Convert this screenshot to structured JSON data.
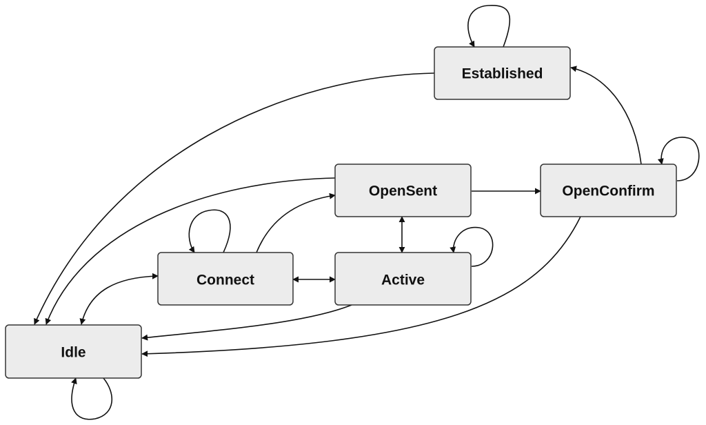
{
  "states": {
    "established": "Established",
    "opensent": "OpenSent",
    "openconfirm": "OpenConfirm",
    "connect": "Connect",
    "active": "Active",
    "idle": "Idle"
  },
  "transitions": [
    {
      "from": "Established",
      "to": "Established"
    },
    {
      "from": "Established",
      "to": "Idle"
    },
    {
      "from": "OpenConfirm",
      "to": "Established"
    },
    {
      "from": "OpenConfirm",
      "to": "OpenConfirm"
    },
    {
      "from": "OpenConfirm",
      "to": "Idle"
    },
    {
      "from": "OpenSent",
      "to": "OpenConfirm"
    },
    {
      "from": "OpenSent",
      "to": "Idle"
    },
    {
      "from": "OpenSent",
      "to": "Active"
    },
    {
      "from": "Active",
      "to": "OpenSent"
    },
    {
      "from": "Active",
      "to": "Active"
    },
    {
      "from": "Active",
      "to": "Connect"
    },
    {
      "from": "Active",
      "to": "Idle"
    },
    {
      "from": "Connect",
      "to": "Active"
    },
    {
      "from": "Connect",
      "to": "Connect"
    },
    {
      "from": "Connect",
      "to": "OpenSent"
    },
    {
      "from": "Connect",
      "to": "Idle"
    },
    {
      "from": "Idle",
      "to": "Connect"
    },
    {
      "from": "Idle",
      "to": "Idle"
    }
  ]
}
